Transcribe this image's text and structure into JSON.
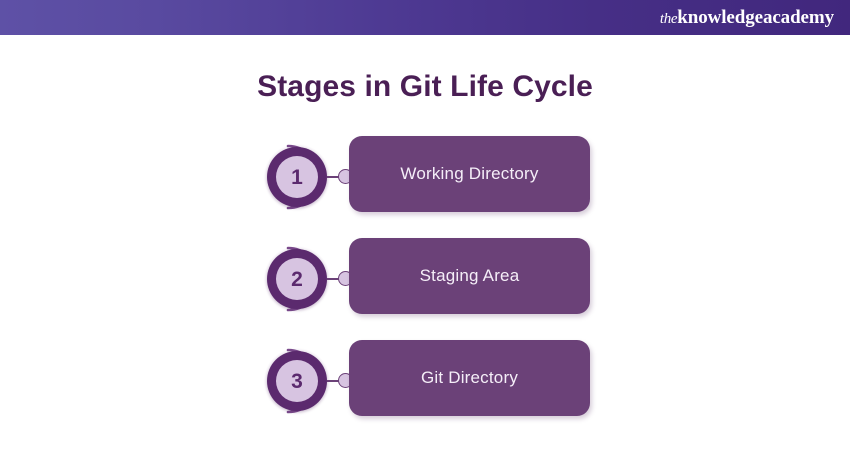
{
  "header": {
    "logo": {
      "prefix": "the",
      "word1": "knowledge",
      "word2": "academy"
    },
    "gradient_left": "#5e51a6",
    "gradient_right": "#41277d"
  },
  "title": "Stages in Git Life Cycle",
  "theme": {
    "title_color": "#4a1f55",
    "box_fill": "#6b4178",
    "badge_ring": "#5b2a6e",
    "badge_inner": "#d7c4e1",
    "arc_color": "#7a4a8c",
    "box_text": "#f5eef8"
  },
  "stages": [
    {
      "number": "1",
      "label": "Working Directory"
    },
    {
      "number": "2",
      "label": "Staging Area"
    },
    {
      "number": "3",
      "label": "Git Directory"
    }
  ]
}
